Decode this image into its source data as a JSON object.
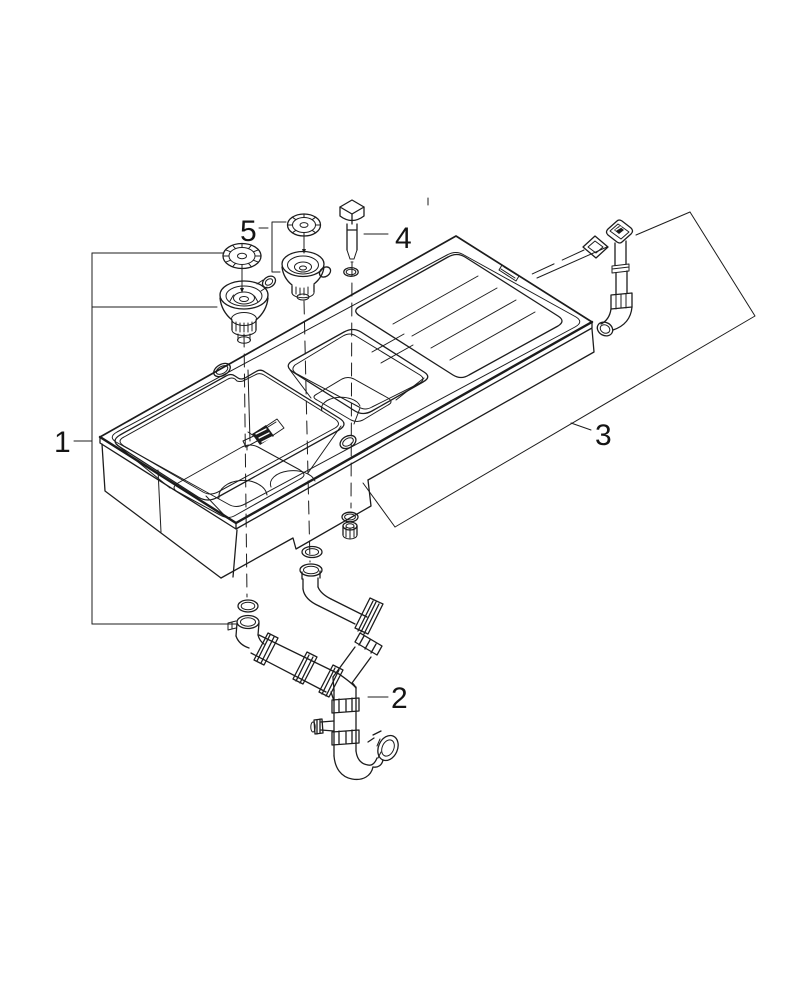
{
  "page": {
    "background_color": "#ffffff",
    "ink_color": "#1c1c1c"
  },
  "diagram": {
    "kind": "exploded-parts-diagram",
    "subject": "kitchen sink unit with basket strainers, blanking plug, overflow assembly and drain trap",
    "parts": [
      {
        "label": "1",
        "name": "sink-unit"
      },
      {
        "label": "2",
        "name": "drain-trap-pipe-assembly"
      },
      {
        "label": "3",
        "name": "overflow-drain-assembly"
      },
      {
        "label": "4",
        "name": "blanking-plug"
      },
      {
        "label": "5",
        "name": "basket-strainer-assembly"
      }
    ]
  }
}
